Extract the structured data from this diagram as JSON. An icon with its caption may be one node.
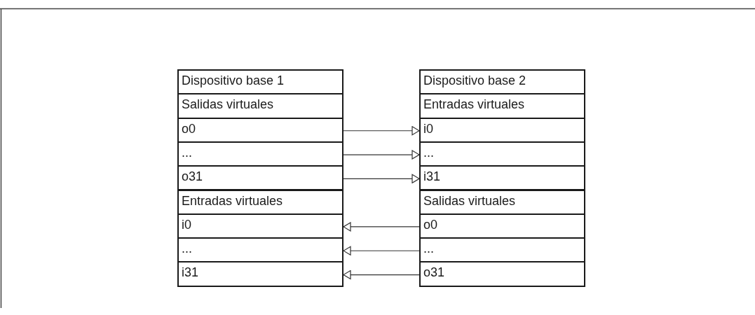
{
  "diagram": {
    "nodes": [
      {
        "text": [
          "Dispositivo base 1"
        ]
      },
      {
        "text": [
          "Salidas virtuales"
        ]
      },
      {
        "text": [
          "o0"
        ]
      },
      {
        "text": [
          "..."
        ]
      },
      {
        "text": [
          "o31"
        ]
      },
      {
        "text": [
          "Entradas virtuales"
        ]
      },
      {
        "text": [
          "i0"
        ]
      },
      {
        "text": [
          "..."
        ]
      },
      {
        "text": [
          "i31"
        ]
      },
      {
        "text": [
          "Dispositivo base 2"
        ]
      },
      {
        "text": [
          "Entradas virtuales"
        ]
      },
      {
        "text": [
          "i0"
        ]
      },
      {
        "text": [
          "..."
        ]
      },
      {
        "text": [
          "i31"
        ]
      },
      {
        "text": [
          "Salidas virtuales"
        ]
      },
      {
        "text": [
          "o0"
        ]
      },
      {
        "text": [
          "..."
        ]
      },
      {
        "text": [
          "o31"
        ]
      }
    ],
    "edges": [
      {
        "from": 2,
        "to": 11,
        "arrow": "to"
      },
      {
        "from": 3,
        "to": 12,
        "arrow": "to"
      },
      {
        "from": 4,
        "to": 13,
        "arrow": "to"
      },
      {
        "from": 15,
        "to": 6,
        "arrow": "to"
      },
      {
        "from": 16,
        "to": 7,
        "arrow": "to"
      },
      {
        "from": 17,
        "to": 8,
        "arrow": "to"
      }
    ]
  }
}
